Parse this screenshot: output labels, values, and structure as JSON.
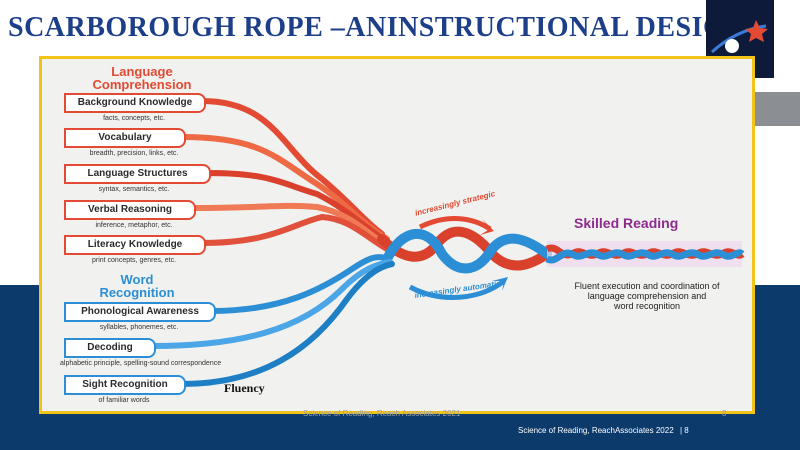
{
  "title": "SCARBOROUGH ROPE –ANINSTRUCTIONAL DESIGN",
  "diagram": {
    "language_heading": [
      "Language",
      "Comprehension"
    ],
    "word_heading": [
      "Word",
      "Recognition"
    ],
    "strands": [
      {
        "label": "Background Knowledge",
        "sub": "facts, concepts, etc."
      },
      {
        "label": "Vocabulary",
        "sub": "breadth, precision, links, etc."
      },
      {
        "label": "Language Structures",
        "sub": "syntax, semantics, etc."
      },
      {
        "label": "Verbal Reasoning",
        "sub": "inference, metaphor, etc."
      },
      {
        "label": "Literacy Knowledge",
        "sub": "print concepts, genres, etc."
      },
      {
        "label": "Phonological Awareness",
        "sub": "syllables, phonemes, etc."
      },
      {
        "label": "Decoding",
        "sub": "alphabetic principle, spelling-sound correspondence"
      },
      {
        "label": "Sight Recognition",
        "sub": "of familiar words"
      }
    ],
    "increasingly_strategic": "increasingly strategic",
    "increasingly_automatic": "increasingly automatic",
    "skilled_reading": "Skilled Reading",
    "skilled_reading_desc": [
      "Fluent execution and coordination of",
      "language comprehension and",
      "word recognition"
    ],
    "fluency": "Fluency",
    "inner_footer": "Science of Reading, Reach Associates 2021",
    "inner_page": "8"
  },
  "footer": {
    "text": "Science  of Reading,  ReachAssociates  2022",
    "page": "| 8"
  },
  "colors": {
    "title": "#1d3f8a",
    "red": "#e34a33",
    "blue": "#2c8fd6",
    "purple": "#8e2a8f",
    "frame": "#f2c318",
    "band": "#0c3a6b"
  }
}
